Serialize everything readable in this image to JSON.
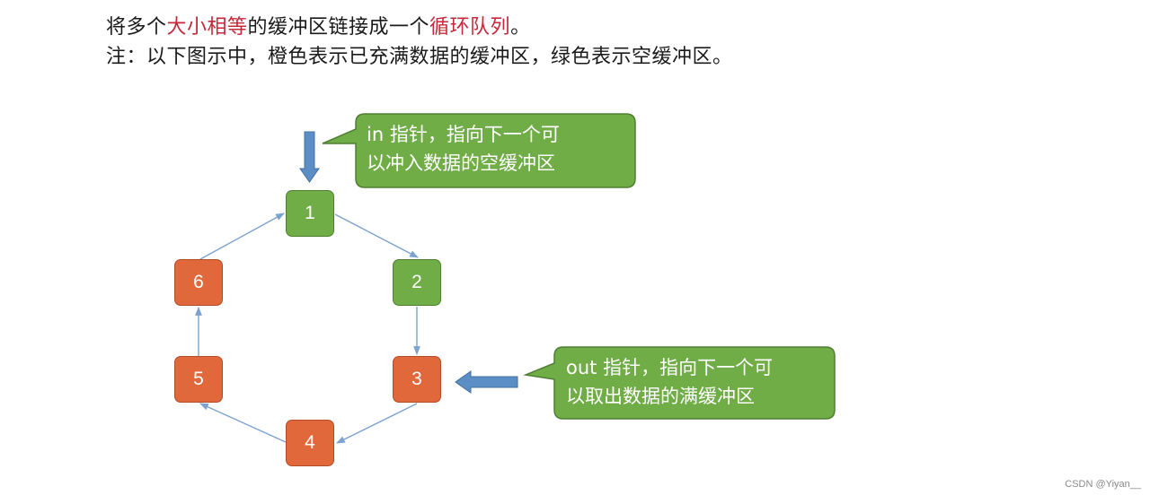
{
  "heading": {
    "line1_pre": "将多个",
    "line1_red1": "大小相等",
    "line1_mid": "的缓冲区链接成一个",
    "line1_red2": "循环队列",
    "line1_post": "。",
    "line2": "注：以下图示中，橙色表示已充满数据的缓冲区，绿色表示空缓冲区。"
  },
  "nodes": [
    {
      "label": "1",
      "state": "empty",
      "color": "#70ad47"
    },
    {
      "label": "2",
      "state": "empty",
      "color": "#70ad47"
    },
    {
      "label": "3",
      "state": "full",
      "color": "#e0683b"
    },
    {
      "label": "4",
      "state": "full",
      "color": "#e0683b"
    },
    {
      "label": "5",
      "state": "full",
      "color": "#e0683b"
    },
    {
      "label": "6",
      "state": "full",
      "color": "#e0683b"
    }
  ],
  "in_callout": {
    "line1": "in 指针，指向下一个可",
    "line2": "以冲入数据的空缓冲区"
  },
  "out_callout": {
    "line1": "out 指针，指向下一个可",
    "line2": "以取出数据的满缓冲区"
  },
  "colors": {
    "empty_buffer": "#70ad47",
    "full_buffer": "#e0683b",
    "pointer_arrow": "#5b8ec4",
    "link_arrow": "#7ca2cf",
    "highlight_text": "#c6283b"
  },
  "watermark": "CSDN @Yiyan__"
}
